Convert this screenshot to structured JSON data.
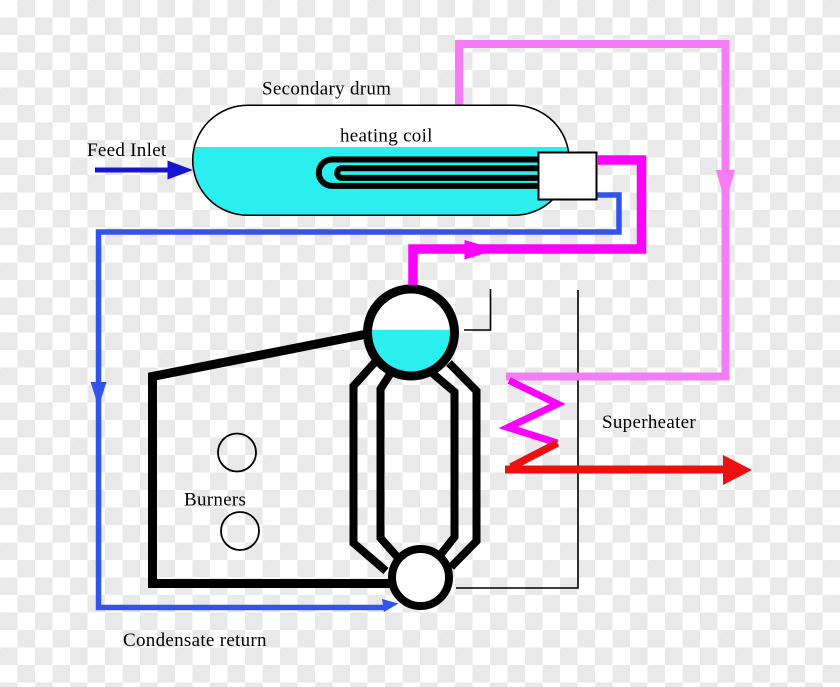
{
  "labels": {
    "secondary_drum": "Secondary drum",
    "heating_coil": "heating coil",
    "feed_inlet": "Feed Inlet",
    "burners": "Burners",
    "superheater": "Superheater",
    "condensate_return": "Condensate return"
  },
  "colors": {
    "water_cyan": "#2BEFEF",
    "steam_magenta": "#FB00FB",
    "steam_pink": "#F47CF4",
    "feed_blue": "#1616D0",
    "condensate_blue": "#3354EA",
    "superheat_red": "#EE1010",
    "outline_black": "#000000",
    "vessel_white": "#FFFFFF",
    "checker_a": "#FFFFFF",
    "checker_b": "#E9E9E9"
  }
}
